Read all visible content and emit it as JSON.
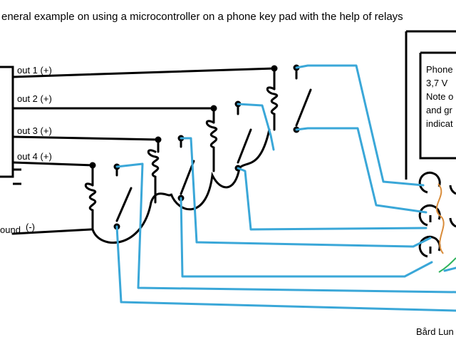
{
  "title": "eneral example on using a microcontroller on a phone key pad with the help of relays",
  "outputs": [
    "out 1 (+)",
    "out 2 (+)",
    "out 3 (+)",
    "out 4 (+)"
  ],
  "ground_label": "ound",
  "ground_sign": "(-)",
  "phone_note": [
    "Phone",
    "3,7 V",
    "Note o",
    "and gr",
    "indicat"
  ],
  "author": "Bård Lun",
  "colors": {
    "wire": "#000000",
    "phone_wire": "#3aa7d8",
    "jumper": "#d98c3a",
    "jumper2": "#2fb35c"
  }
}
